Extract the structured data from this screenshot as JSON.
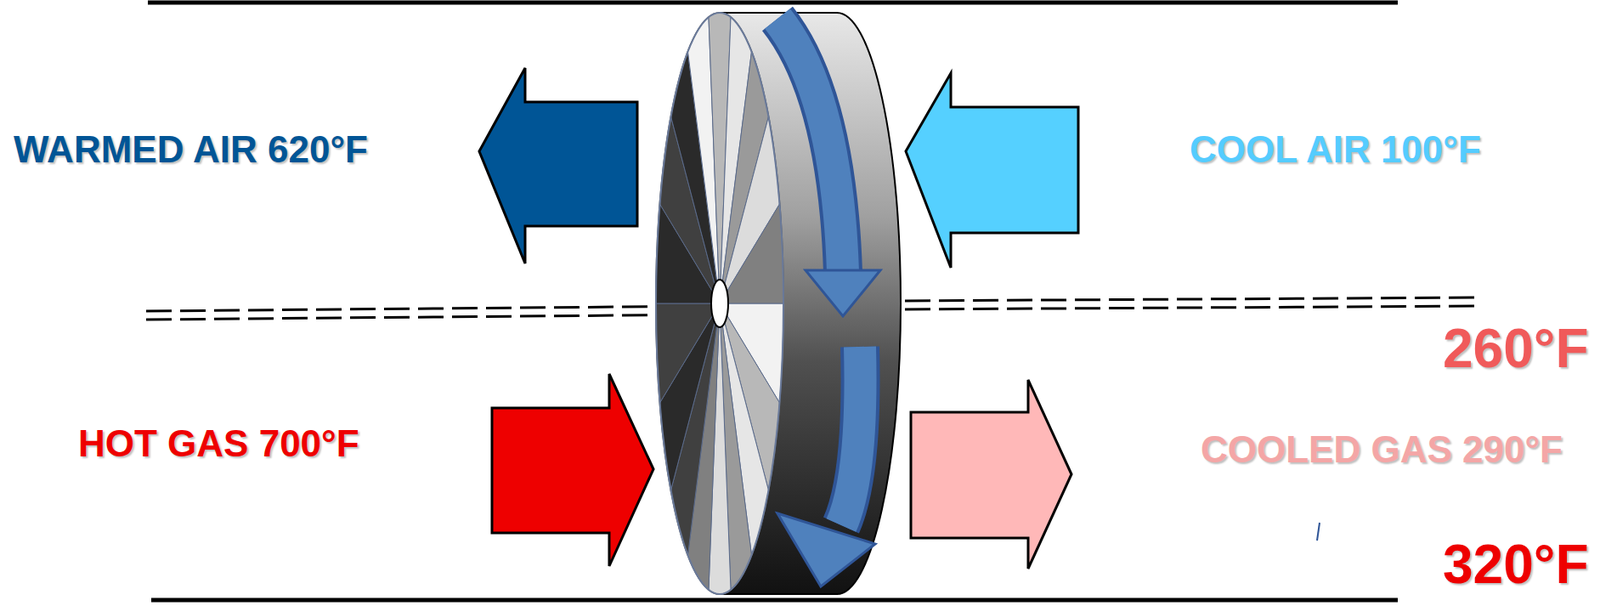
{
  "diagram": {
    "labels": [
      "WARMED AIR 620°F",
      "COOL AIR 100°F",
      "HOT GAS 700°F",
      "COOLED GAS 290°F",
      "260°F",
      "320°F"
    ]
  }
}
